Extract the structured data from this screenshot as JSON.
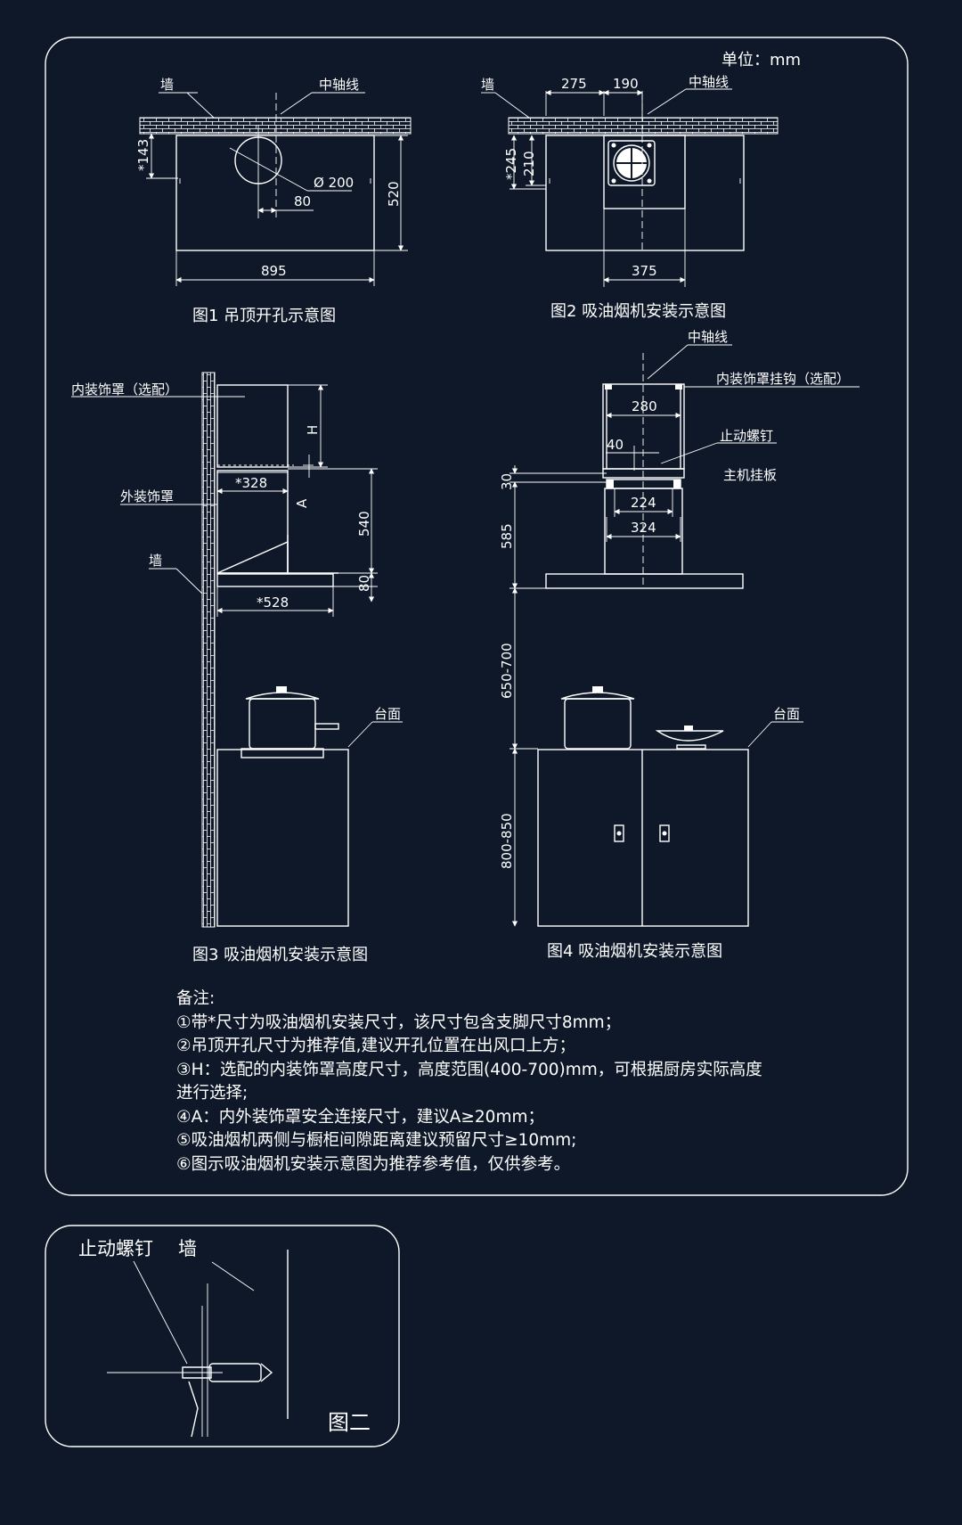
{
  "unit_label": "单位：mm",
  "common": {
    "wall": "墙",
    "center_axis": "中轴线",
    "countertop": "台面"
  },
  "fig1": {
    "caption": "图1 吊顶开孔示意图",
    "dims": {
      "offset": "*143",
      "diameter": "Ø 200",
      "shift": "80",
      "height": "520",
      "width": "895"
    }
  },
  "fig2": {
    "caption": "图2 吸油烟机安装示意图",
    "dims": {
      "left": "275",
      "right": "190",
      "outer": "*245",
      "inner": "210",
      "bottom": "375"
    }
  },
  "fig3": {
    "caption": "图3 吸油烟机安装示意图",
    "labels": {
      "inner_cover": "内装饰罩（选配）",
      "outer_cover": "外装饰罩"
    },
    "dims": {
      "h": "H",
      "a": "A",
      "depth_top": "*328",
      "height": "540",
      "base": "80",
      "depth_bottom": "*528"
    }
  },
  "fig4": {
    "caption": "图4 吸油烟机安装示意图",
    "labels": {
      "hook": "内装饰罩挂钩（选配）",
      "stop_screw": "止动螺钉",
      "plate": "主机挂板"
    },
    "dims": {
      "w280": "280",
      "w40": "40",
      "w224": "224",
      "w324": "324",
      "h30": "30",
      "h585": "585",
      "h650": "650-700",
      "h800": "800-850"
    }
  },
  "notes": {
    "title": "备注:",
    "items": [
      "①带*尺寸为吸油烟机安装尺寸，该尺寸包含支脚尺寸8mm；",
      "②吊顶开孔尺寸为推荐值,建议开孔位置在出风口上方；",
      "③H：选配的内装饰罩高度尺寸，高度范围(400-700)mm，可根据厨房实际高度",
      "进行选择;",
      "④A：内外装饰罩安全连接尺寸，建议A≥20mm；",
      "⑤吸油烟机两侧与橱柜间隙距离建议预留尺寸≥10mm;",
      "⑥图示吸油烟机安装示意图为推荐参考值，仅供参考。"
    ]
  },
  "inset": {
    "stop_screw": "止动螺钉",
    "wall": "墙",
    "caption": "图二"
  }
}
